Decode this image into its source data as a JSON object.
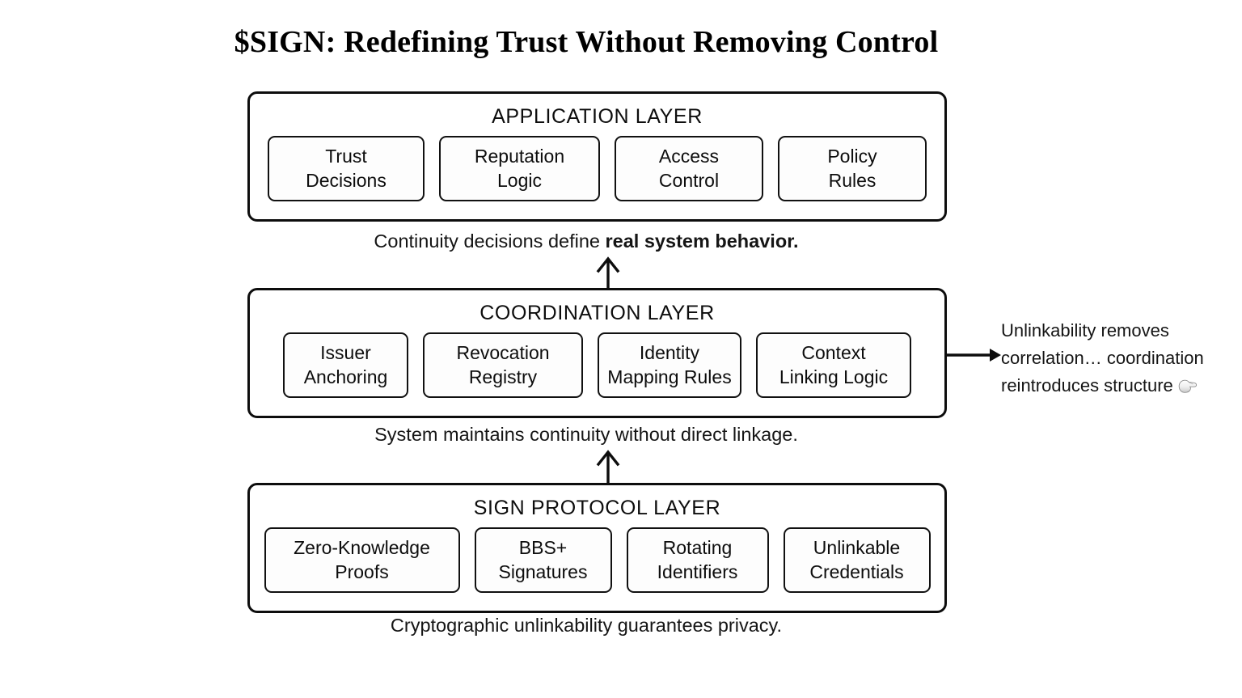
{
  "page": {
    "title": "$SIGN: Redefining Trust Without Removing Control",
    "background_color": "#ffffff",
    "stroke_color": "#0d0d0d"
  },
  "layers": [
    {
      "id": "application",
      "title": "APPLICATION LAYER",
      "cells": [
        "Trust\nDecisions",
        "Reputation\nLogic",
        "Access\nControl",
        "Policy\nRules"
      ],
      "caption_prefix": "Continuity decisions define ",
      "caption_bold": "real system behavior.",
      "caption_suffix": ""
    },
    {
      "id": "coordination",
      "title": "COORDINATION LAYER",
      "cells": [
        "Issuer\nAnchoring",
        "Revocation\nRegistry",
        "Identity\nMapping Rules",
        "Context\nLinking Logic"
      ],
      "caption_prefix": "System maintains continuity without direct linkage.",
      "caption_bold": "",
      "caption_suffix": ""
    },
    {
      "id": "protocol",
      "title": "SIGN PROTOCOL LAYER",
      "cells": [
        "Zero-Knowledge\nProofs",
        "BBS+\nSignatures",
        "Rotating\nIdentifiers",
        "Unlinkable\nCredentials"
      ],
      "caption_prefix": "Cryptographic unlinkability guarantees privacy.",
      "caption_bold": "",
      "caption_suffix": ""
    }
  ],
  "side_note": {
    "text": "Unlinkability removes correlation… coordination reintroduces structure",
    "icon": "pointing-hand-icon"
  },
  "arrows": {
    "application_from_coordination": "up-arrow-icon",
    "coordination_from_protocol": "up-arrow-icon",
    "coordination_to_note": "right-arrow-icon"
  }
}
